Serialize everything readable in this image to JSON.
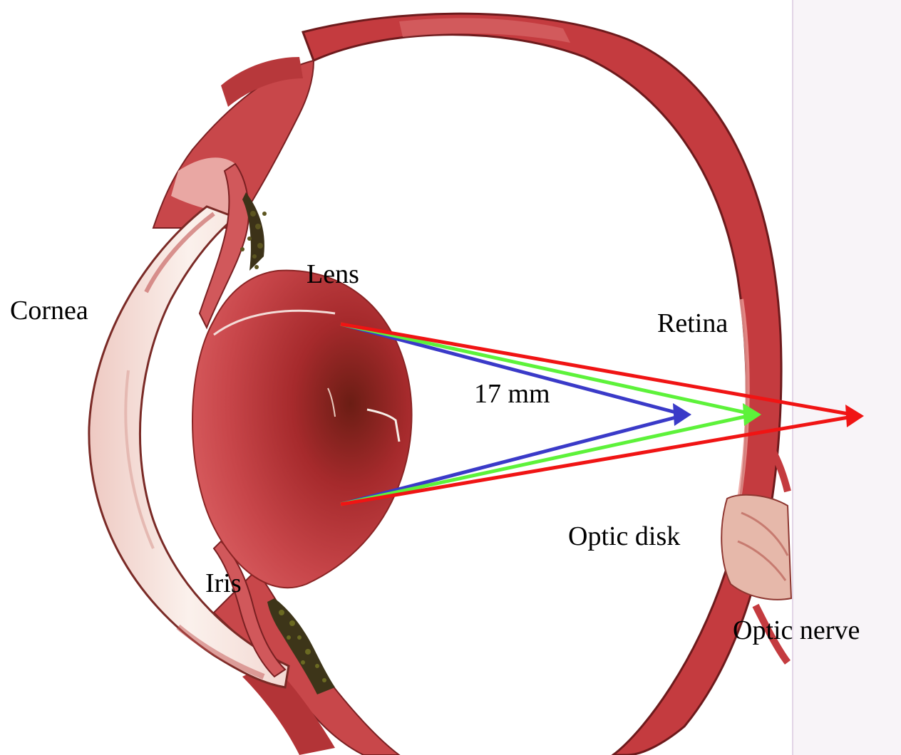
{
  "labels": {
    "cornea": "Cornea",
    "lens": "Lens",
    "retina": "Retina",
    "distance": "17 mm",
    "optic_disk": "Optic disk",
    "iris": "Iris",
    "optic_nerve": "Optic nerve"
  },
  "colors": {
    "tissue": "#c23a3d",
    "tissue_dark": "#8e1f22",
    "tissue_light": "#e9a5a2",
    "cornea_fill": "#f6e2dc",
    "pigment": "#4a3a1c",
    "page_edge": "#f7f3f8",
    "ray_blue": "#3a3ac8",
    "ray_green": "#5df23a",
    "ray_red": "#f01414"
  },
  "rays": [
    {
      "name": "focus-before-retina",
      "color": "blue"
    },
    {
      "name": "focus-on-retina",
      "color": "green"
    },
    {
      "name": "focus-behind-retina",
      "color": "red"
    }
  ]
}
